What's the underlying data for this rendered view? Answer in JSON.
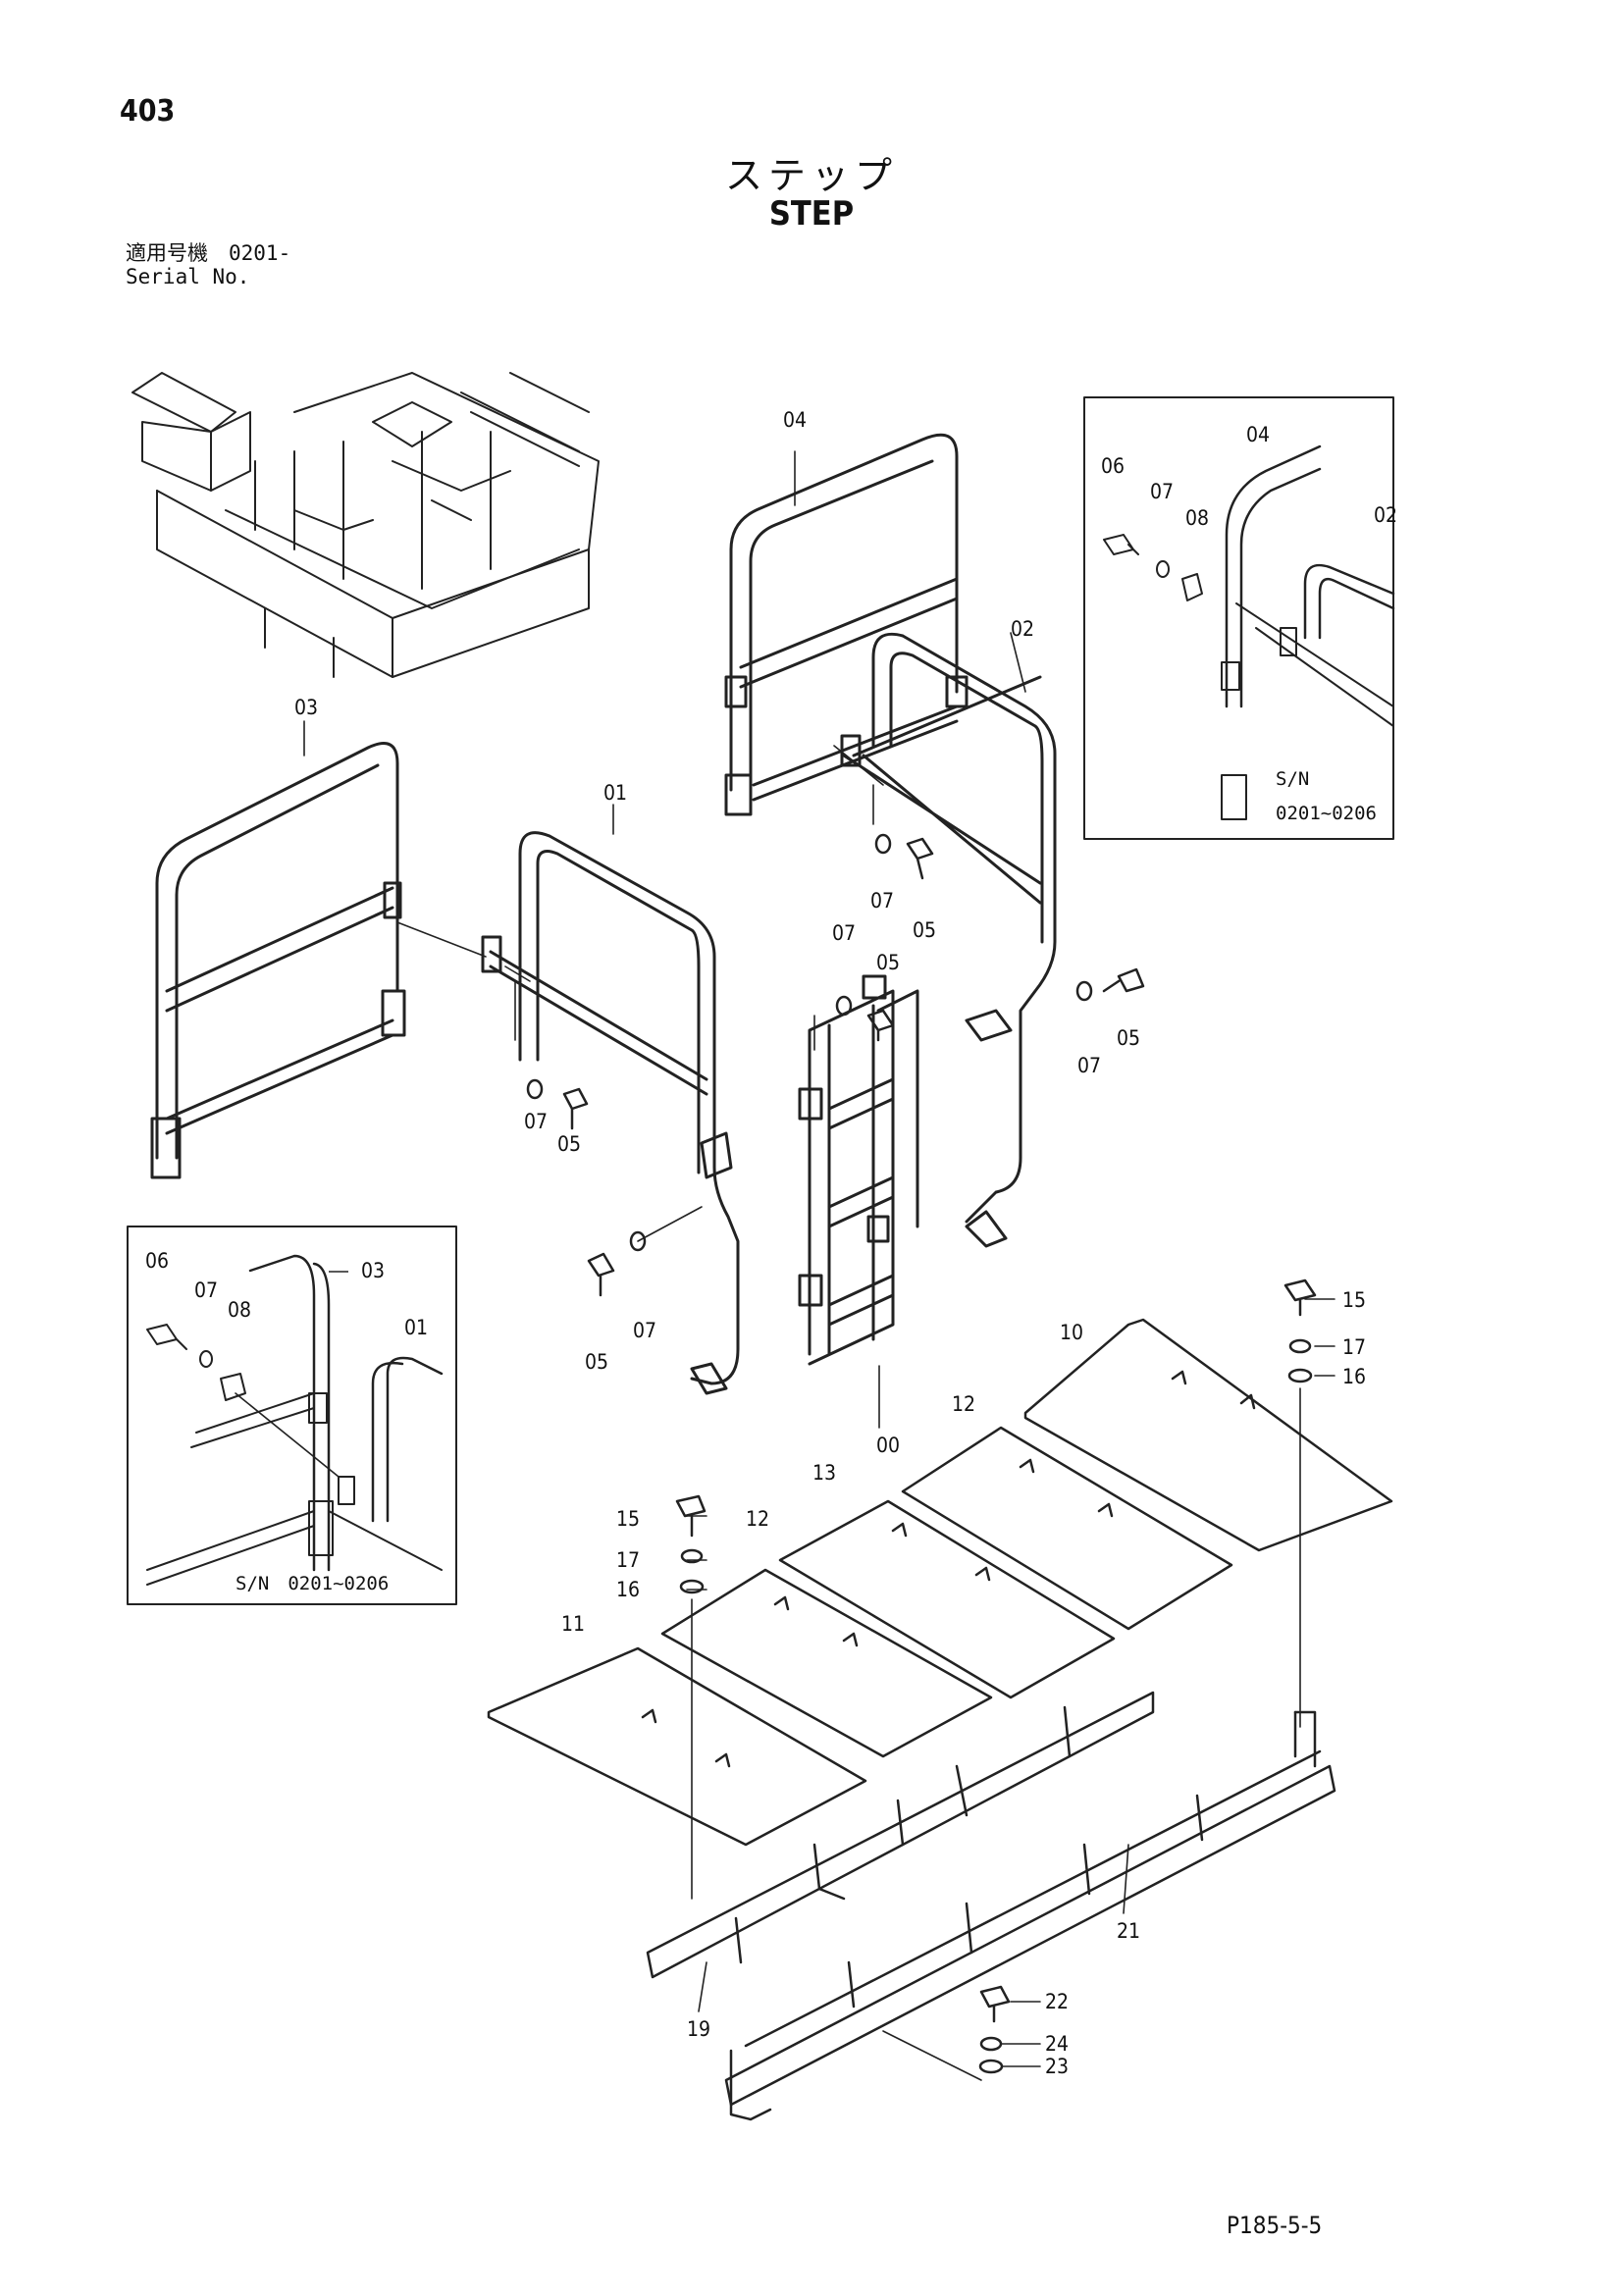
{
  "header": {
    "page_number": "403",
    "title_jp": "ステップ",
    "title_en": "STEP",
    "serial_jp": "適用号機　0201-",
    "serial_en": "Serial No."
  },
  "callouts": {
    "c00": "00",
    "c01": "01",
    "c02": "02",
    "c03": "03",
    "c04": "04",
    "c05a": "05",
    "c05b": "05",
    "c05c": "05",
    "c05d": "05",
    "c05e": "05",
    "c07a": "07",
    "c07b": "07",
    "c07c": "07",
    "c07d": "07",
    "c07e": "07",
    "c10": "10",
    "c11": "11",
    "c12a": "12",
    "c12b": "12",
    "c13": "13",
    "c15a": "15",
    "c15b": "15",
    "c16a": "16",
    "c16b": "16",
    "c17a": "17",
    "c17b": "17",
    "c19": "19",
    "c21": "21",
    "c22": "22",
    "c23": "23",
    "c24": "24"
  },
  "inset_top": {
    "c04": "04",
    "c06": "06",
    "c07": "07",
    "c08": "08",
    "c02": "02",
    "sn_label": "S/N",
    "sn_range": "0201~0206"
  },
  "inset_bottom": {
    "c06": "06",
    "c07": "07",
    "c08": "08",
    "c03": "03",
    "c01": "01",
    "sn_range": "S/N　0201~0206"
  },
  "footer": {
    "code": "P185-5-5"
  }
}
